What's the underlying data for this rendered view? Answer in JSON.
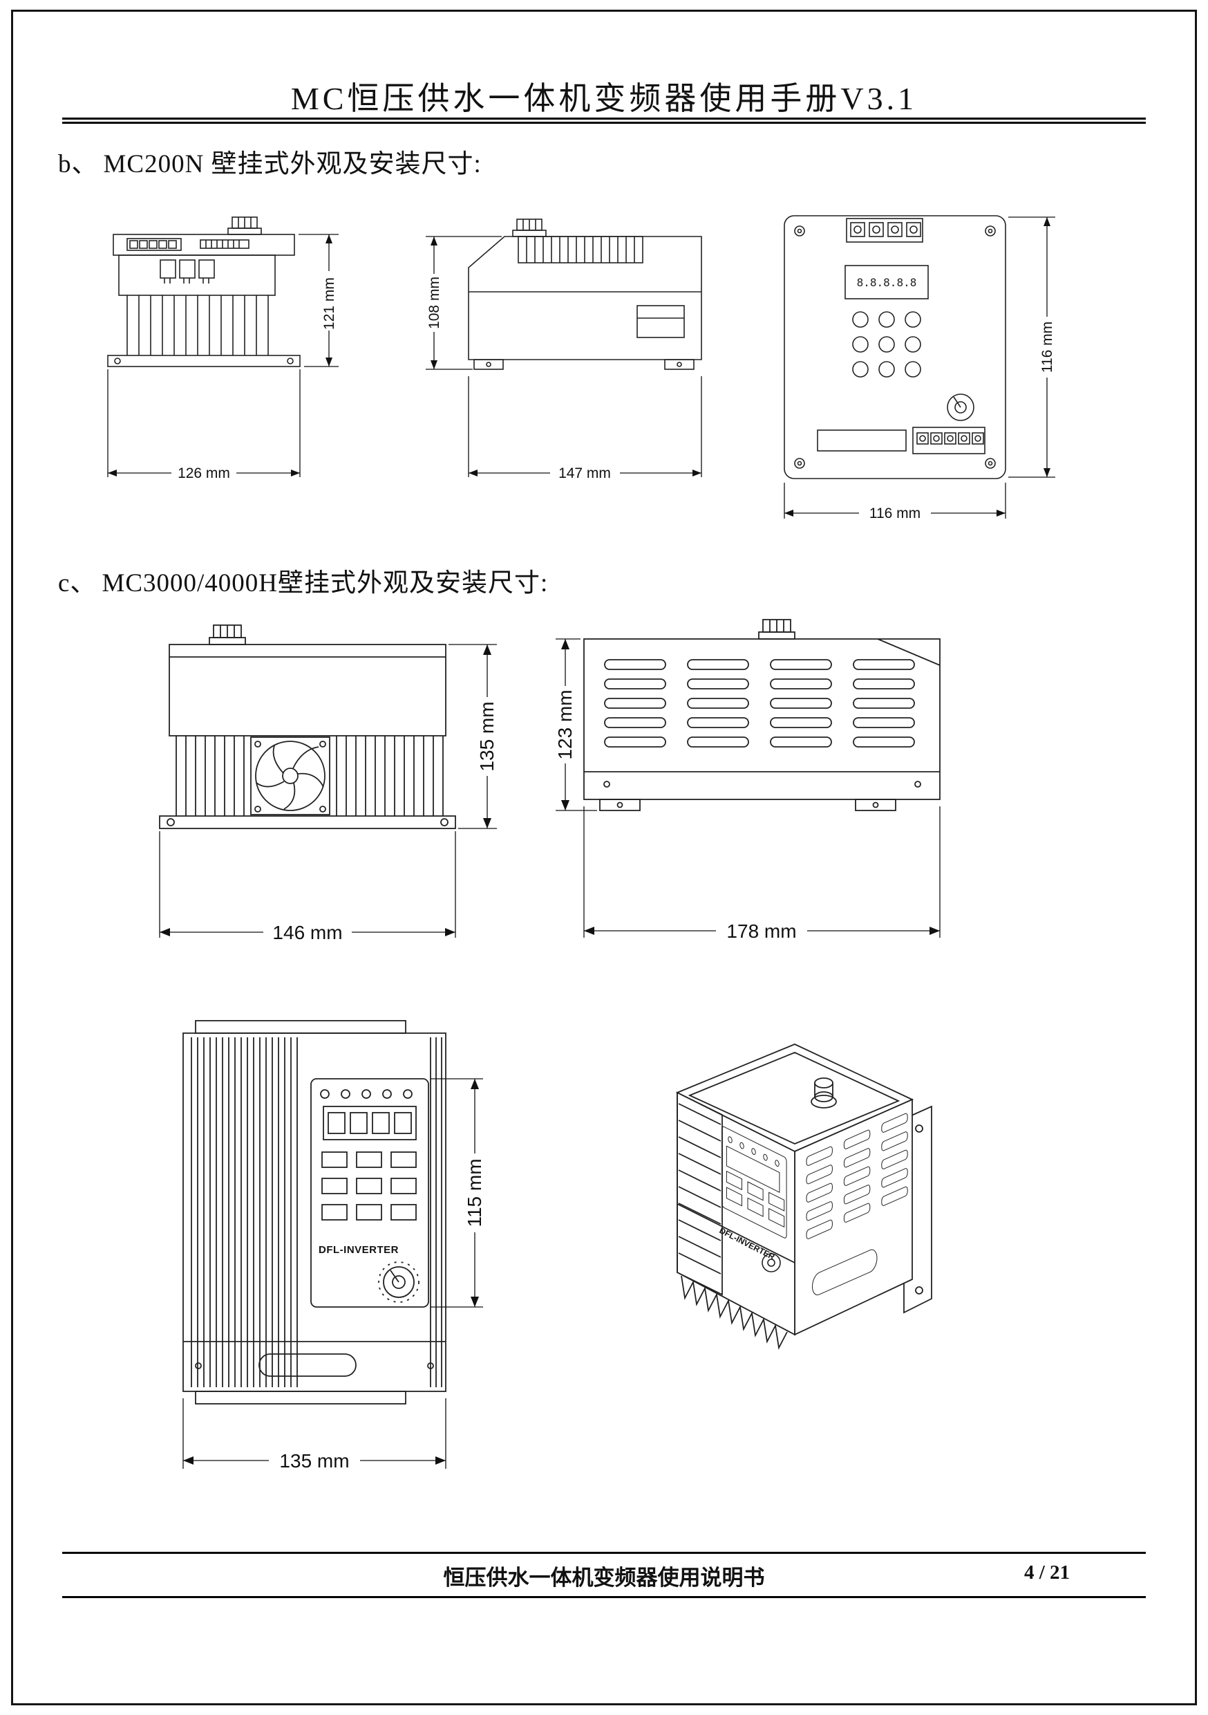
{
  "page": {
    "header_title": "MC恒压供水一体机变频器使用手册V3.1",
    "footer_title": "恒压供水一体机变频器使用说明书",
    "page_number": "4 / 21"
  },
  "sections": {
    "b_label": "b、",
    "b_title": "MC200N 壁挂式外观及安装尺寸:",
    "c_label": "c、",
    "c_title": "MC3000/4000H壁挂式外观及安装尺寸:"
  },
  "dims": {
    "mc200n_front_h": "121 mm",
    "mc200n_front_w": "126 mm",
    "mc200n_side_h": "108 mm",
    "mc200n_side_w": "147 mm",
    "mc200n_face_h": "116 mm",
    "mc200n_face_w": "116 mm",
    "mc3000_front_h": "135 mm",
    "mc3000_front_w": "146 mm",
    "mc3000_side_h": "123 mm",
    "mc3000_side_w": "178 mm",
    "mc3000_face_h": "115 mm",
    "mc3000_face_w": "135 mm"
  },
  "device": {
    "brand": "DFL-INVERTER",
    "display_digits": "8.8.8.8.8"
  }
}
